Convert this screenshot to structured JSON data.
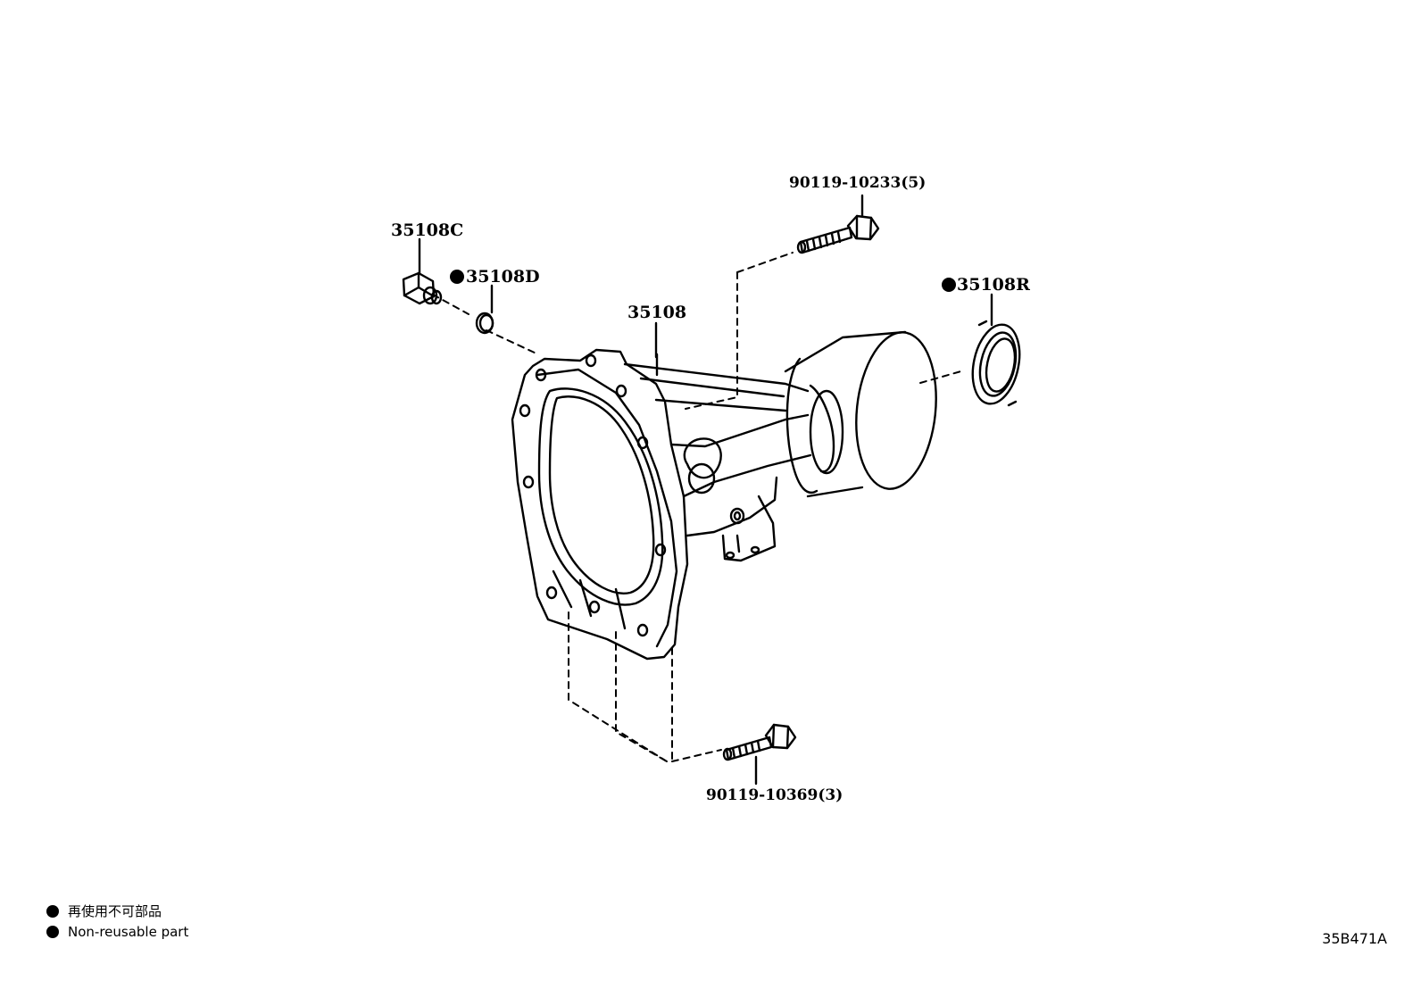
{
  "parts": {
    "plug": "35108C",
    "gasket": "35108D",
    "housing": "35108",
    "oil_seal": "35108R",
    "bolt_top": "90119-10233(5)",
    "bolt_bottom": "90119-10369(3)"
  },
  "legend": {
    "jp": "再使用不可部品",
    "en": "Non-reusable part"
  },
  "diagram_code": "35B471A"
}
